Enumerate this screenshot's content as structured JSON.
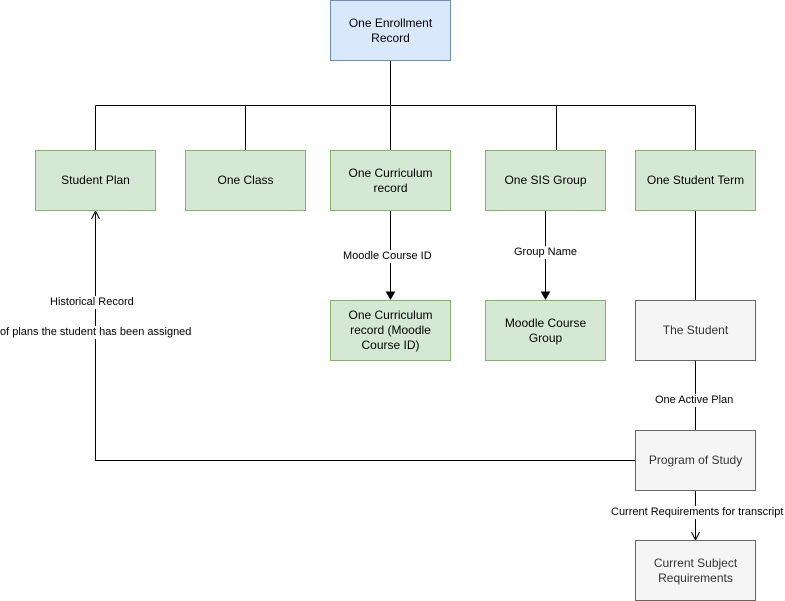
{
  "nodes": {
    "enrollment": "One Enrollment Record",
    "student_plan": "Student Plan",
    "one_class": "One Class",
    "curriculum": "One Curriculum record",
    "sis_group": "One SIS Group",
    "student_term": "One Student Term",
    "curriculum_moodle": "One Curriculum record (Moodle Course ID)",
    "moodle_group": "Moodle Course Group",
    "the_student": "The Student",
    "program_of_study": "Program of Study",
    "current_requirements": "Current Subject Requirements"
  },
  "edge_labels": {
    "moodle_course_id": "Moodle Course ID",
    "group_name": "Group Name",
    "historical_record": "Historical Record",
    "plans_assigned": "of plans the student has been assigned",
    "one_active_plan": "One Active Plan",
    "current_requirements_transcript": "Current Requirements for transcript"
  },
  "colors": {
    "blue_fill": "#dae8fc",
    "blue_stroke": "#6c8ebf",
    "green_fill": "#d5e8d4",
    "green_stroke": "#82b366",
    "grey_fill": "#f5f5f5",
    "grey_stroke": "#666666",
    "line": "#000000"
  }
}
